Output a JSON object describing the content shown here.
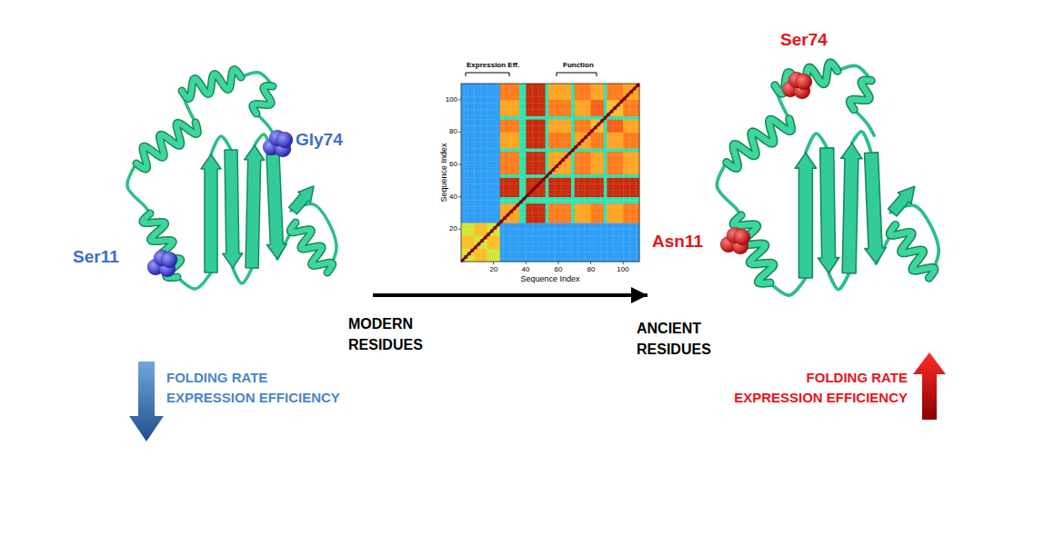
{
  "diagram": {
    "nodes": [
      {
        "text": [
          "Ser11",
          "Gly74"
        ]
      },
      {
        "text": [
          "Asn11",
          "Ser74"
        ]
      }
    ],
    "edges": [
      {
        "from": 0,
        "to": 1,
        "arrow": "to"
      }
    ],
    "labels": [
      "Expression Eff.",
      "Function",
      "Sequence Index",
      "Sequence Index",
      "100",
      "80",
      "60",
      "40",
      "20",
      "20",
      "40",
      "60",
      "80",
      "100",
      "MODERN RESIDUES",
      "ANCIENT RESIDUES",
      "FOLDING RATE EXPRESSION EFFICIENCY",
      "FOLDING RATE EXPRESSION EFFICIENCY"
    ]
  }
}
